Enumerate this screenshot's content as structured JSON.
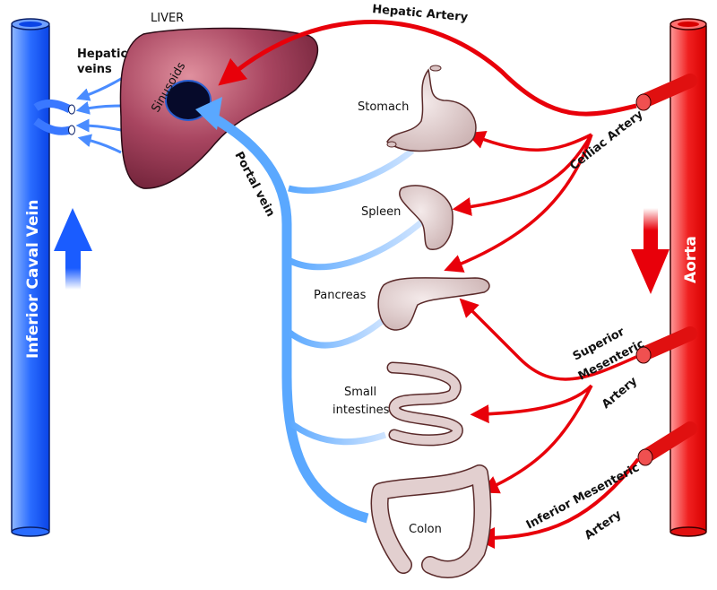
{
  "title": "Portal circulation diagram",
  "colors": {
    "vein_blue": "#1a5cff",
    "portal_blue": "#5aa8ff",
    "artery_red": "#e8000a",
    "liver": "#8e2f4a",
    "organ": "#e6d3d3"
  },
  "labels": {
    "liver": "LIVER",
    "sinusoids": "Sinusoids",
    "hepatic_veins_1": "Hepatic",
    "hepatic_veins_2": "veins",
    "hepatic_artery": "Hepatic Artery",
    "portal_vein": "Portal vein",
    "ivc": "Inferior Caval Vein",
    "aorta": "Aorta",
    "celiac": "Celliac Artery",
    "sma_1": "Superior",
    "sma_2": "Mesenteric",
    "sma_3": "Artery",
    "ima_1": "Inferior Mesenteric",
    "ima_2": "Artery",
    "stomach": "Stomach",
    "spleen": "Spleen",
    "pancreas": "Pancreas",
    "small_1": "Small",
    "small_2": "intestines",
    "colon": "Colon"
  }
}
